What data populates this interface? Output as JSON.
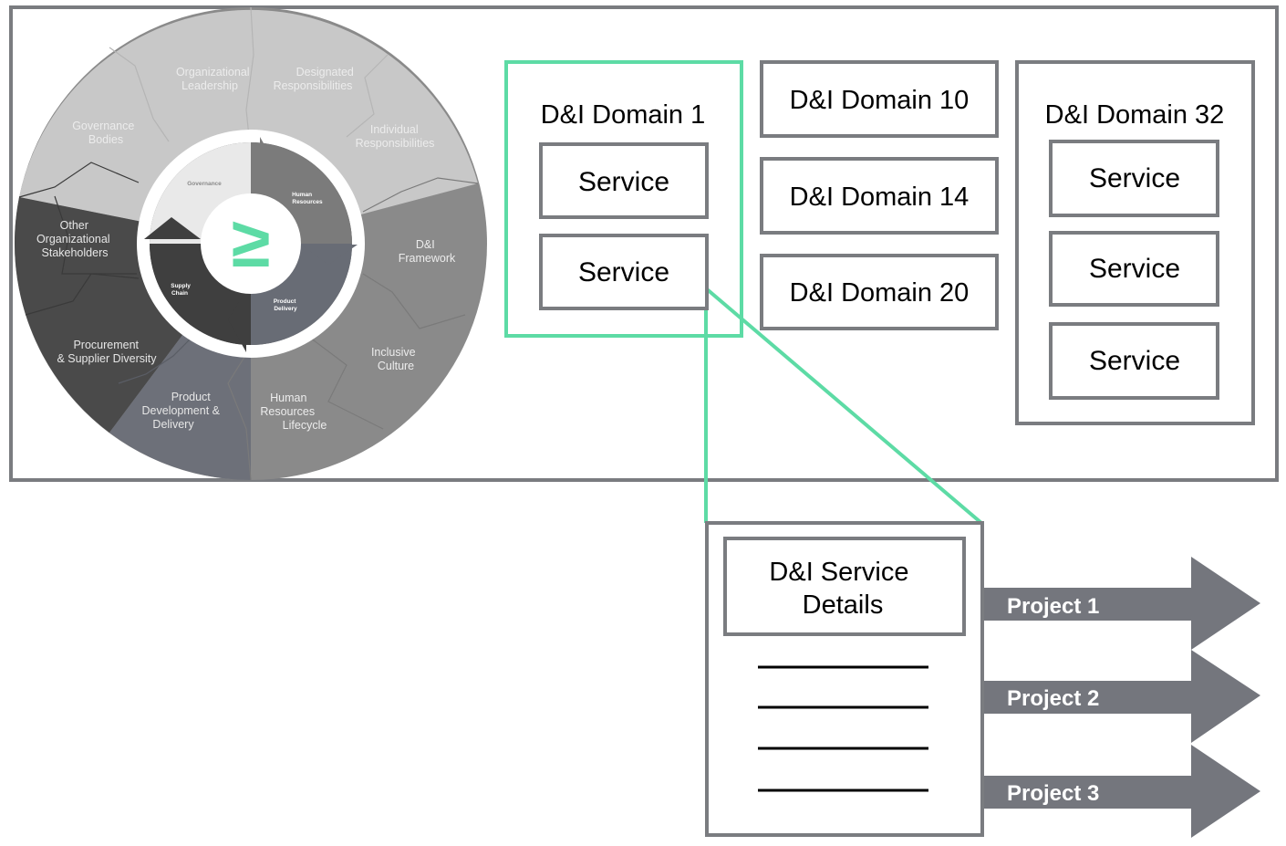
{
  "wheel": {
    "outer_labels": {
      "organizational_leadership": [
        "Organizational",
        "Leadership"
      ],
      "designated_responsibilities": [
        "Designated",
        "Responsibilities"
      ],
      "individual_responsibilities": [
        "Individual",
        "Responsibilities"
      ],
      "governance_bodies": [
        "Governance",
        "Bodies"
      ],
      "other_stakeholders": [
        "Other",
        "Organizational",
        "Stakeholders"
      ],
      "di_framework": [
        "D&I",
        "Framework"
      ],
      "procurement": [
        "Procurement",
        "& Supplier Diversity"
      ],
      "inclusive_culture": [
        "Inclusive",
        "Culture"
      ],
      "product_development": [
        "Product",
        "Development &",
        "Delivery"
      ],
      "hr_lifecycle": [
        "Human",
        "Resources",
        "Lifecycle"
      ]
    },
    "inner_labels": {
      "governance": [
        "Governance"
      ],
      "human_resources": [
        "Human",
        "Resources"
      ],
      "supply_chain": [
        "Supply",
        "Chain"
      ],
      "product_delivery": [
        "Product",
        "Delivery"
      ]
    },
    "center_symbol": "≥"
  },
  "domains": {
    "domain_1": {
      "title": "D&I Domain 1",
      "services": [
        "Service",
        "Service"
      ]
    },
    "domain_10": {
      "title": "D&I Domain 10"
    },
    "domain_14": {
      "title": "D&I Domain 14"
    },
    "domain_20": {
      "title": "D&I Domain 20"
    },
    "domain_32": {
      "title": "D&I Domain 32",
      "services": [
        "Service",
        "Service",
        "Service"
      ]
    }
  },
  "details": {
    "title_lines": [
      "D&I Service",
      "Details"
    ]
  },
  "projects": [
    "Project 1",
    "Project 2",
    "Project 3"
  ],
  "colors": {
    "accent_green": "#5ddba5",
    "frame_gray": "#7a7c80",
    "light_gray": "#c8c8c8",
    "mid_gray": "#8a8a8a",
    "dark_gray": "#4a4a4a",
    "slate_gray": "#6d7079",
    "arrow_gray": "#74767d"
  }
}
